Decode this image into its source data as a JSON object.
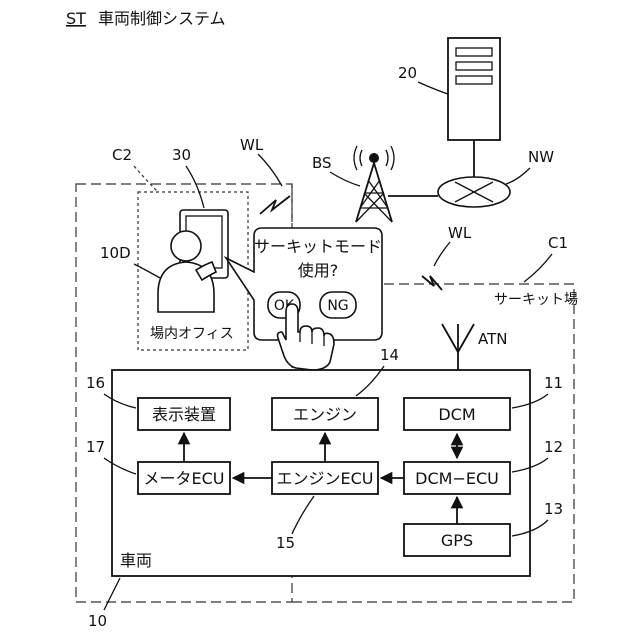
{
  "title": {
    "code": "ST",
    "text": "車両制御システム"
  },
  "refs": {
    "server": "20",
    "base_station": "BS",
    "network": "NW",
    "wireless_top": "WL",
    "wireless_mid": "WL",
    "office_area": "C2",
    "tablet": "30",
    "person": "10D",
    "circuit_area": "C1",
    "antenna": "ATN",
    "dcm": "11",
    "dcm_ecu": "12",
    "gps": "13",
    "engine": "14",
    "engine_ecu": "15",
    "display": "16",
    "meter_ecu": "17",
    "vehicle": "10"
  },
  "labels": {
    "office": "場内オフィス",
    "circuit": "サーキット場",
    "vehicle": "車両",
    "bubble_line1": "サーキットモード",
    "bubble_line2": "使用?",
    "ok_button": "OK",
    "ng_button": "NG"
  },
  "boxes": {
    "display": "表示装置",
    "engine": "エンジン",
    "dcm": "DCM",
    "meter_ecu": "メータECU",
    "engine_ecu": "エンジンECU",
    "dcm_ecu": "DCM−ECU",
    "gps": "GPS"
  }
}
